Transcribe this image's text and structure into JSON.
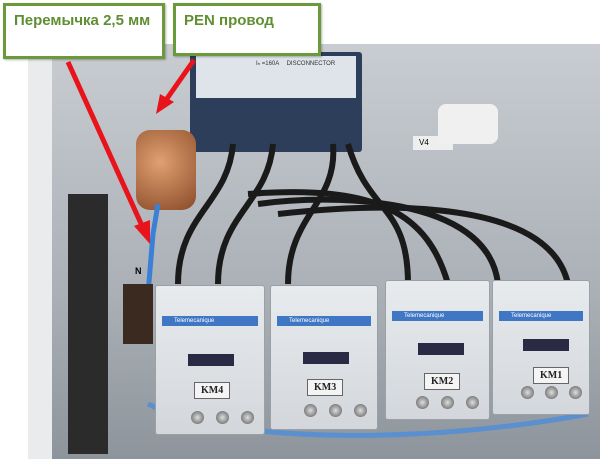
{
  "labels": {
    "jumper": "Перемычка 2,5 мм",
    "pen": "PEN провод"
  },
  "device": {
    "rating": "Iₙ =160A",
    "text": "DISCONNECTOR"
  },
  "panel_marks": {
    "v4": "V4",
    "n": "N"
  },
  "contactors": [
    {
      "brand": "Telemecanique",
      "name": "KM4"
    },
    {
      "brand": "Telemecanique",
      "name": "KM3"
    },
    {
      "brand": "Telemecanique",
      "name": "KM2"
    },
    {
      "brand": "Telemecanique",
      "name": "KM1"
    }
  ],
  "colors": {
    "label_border": "#6b9a3b",
    "arrow": "#e8141c",
    "wire_blue": "#3b7fd6"
  }
}
